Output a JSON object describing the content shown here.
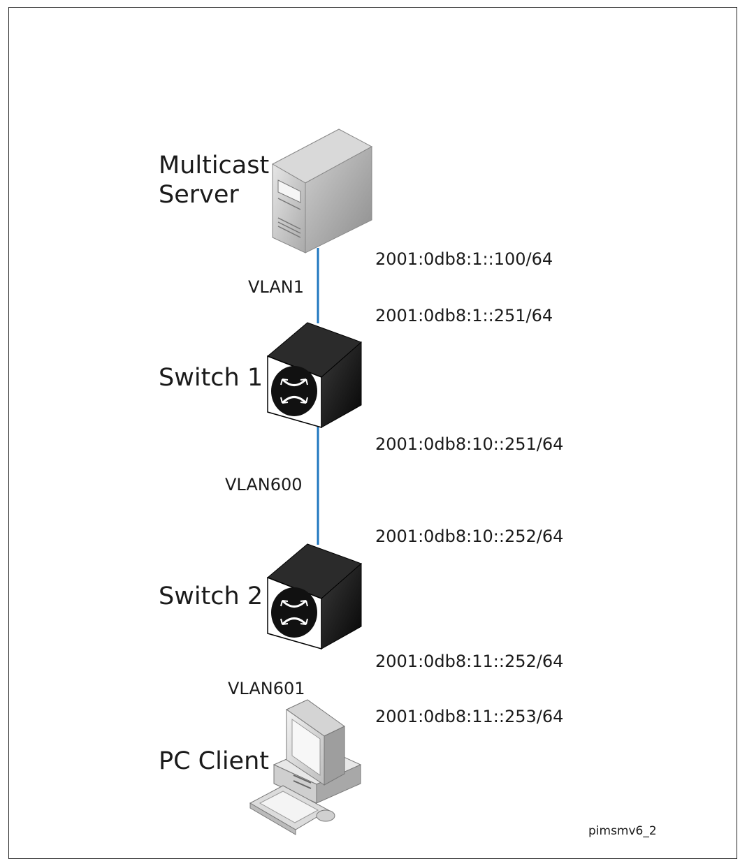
{
  "devices": {
    "server_line1": "Multicast",
    "server_line2": "Server",
    "switch1": "Switch 1",
    "switch2": "Switch 2",
    "client": "PC Client"
  },
  "vlans": {
    "vlan1": "VLAN1",
    "vlan600": "VLAN600",
    "vlan601": "VLAN601"
  },
  "addresses": {
    "server": "2001:0db8:1::100/64",
    "switch1_vlan1": "2001:0db8:1::251/64",
    "switch1_vlan600": "2001:0db8:10::251/64",
    "switch2_vlan600": "2001:0db8:10::252/64",
    "switch2_vlan601": "2001:0db8:11::252/64",
    "client": "2001:0db8:11::253/64"
  },
  "figure_id": "pimsmv6_2",
  "colors": {
    "link": "#1f77c0",
    "switch_body": "#1a1a1a",
    "server_body": "#b8b8b8"
  },
  "icons": [
    "server-icon",
    "switch-icon",
    "switch-icon",
    "pc-client-icon"
  ]
}
